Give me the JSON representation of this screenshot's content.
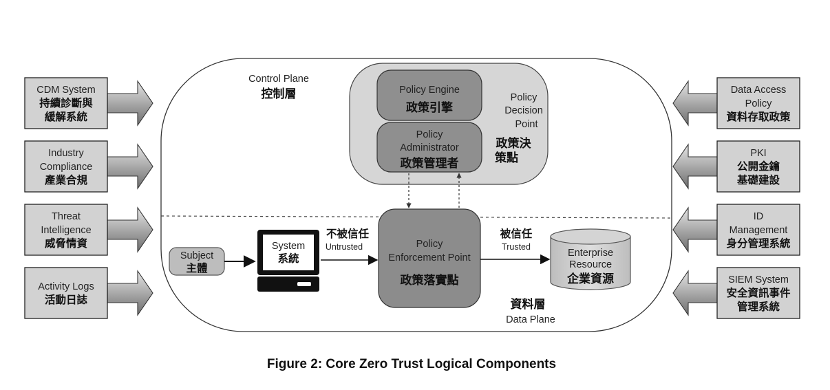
{
  "caption": "Figure 2: Core Zero Trust Logical Components",
  "control_plane": {
    "en": "Control Plane",
    "zh": "控制層"
  },
  "data_plane": {
    "en": "Data Plane",
    "zh": "資料層"
  },
  "pdp": {
    "en": [
      "Policy",
      "Decision",
      "Point"
    ],
    "zh": [
      "政策決",
      "策點"
    ]
  },
  "policy_engine": {
    "en": "Policy Engine",
    "zh": "政策引擎"
  },
  "policy_administrator": {
    "en": [
      "Policy",
      "Administrator"
    ],
    "zh": "政策管理者"
  },
  "pep": {
    "en": [
      "Policy",
      "Enforcement Point"
    ],
    "zh": "政策落實點"
  },
  "subject": {
    "en": "Subject",
    "zh": "主體"
  },
  "system": {
    "en": "System",
    "zh": "系統"
  },
  "untrusted": {
    "zh": "不被信任",
    "en": "Untrusted"
  },
  "trusted": {
    "zh": "被信任",
    "en": "Trusted"
  },
  "enterprise_resource": {
    "en": [
      "Enterprise",
      "Resource"
    ],
    "zh": "企業資源"
  },
  "left_inputs": [
    {
      "en": [
        "CDM System"
      ],
      "zh": [
        "持續診斷與",
        "緩解系統"
      ]
    },
    {
      "en": [
        "Industry",
        "Compliance"
      ],
      "zh": [
        "產業合規"
      ]
    },
    {
      "en": [
        "Threat",
        "Intelligence"
      ],
      "zh": [
        "威脅情資"
      ]
    },
    {
      "en": [
        "Activity Logs"
      ],
      "zh": [
        "活動日誌"
      ]
    }
  ],
  "right_inputs": [
    {
      "en": [
        "Data Access",
        "Policy"
      ],
      "zh": [
        "資料存取政策"
      ]
    },
    {
      "en": [
        "PKI"
      ],
      "zh": [
        "公開金鑰",
        "基礎建設"
      ]
    },
    {
      "en": [
        "ID",
        "Management"
      ],
      "zh": [
        "身分管理系統"
      ]
    },
    {
      "en": [
        "SIEM System"
      ],
      "zh": [
        "安全資訊事件",
        "管理系統"
      ]
    }
  ]
}
